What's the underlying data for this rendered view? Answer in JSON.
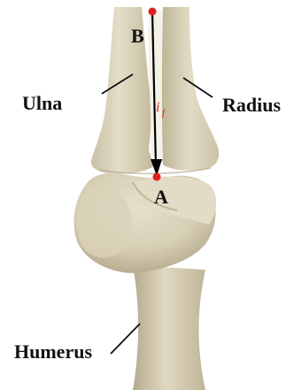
{
  "labels": {
    "ulna": "Ulna",
    "radius": "Radius",
    "humerus": "Humerus",
    "point_a": "A",
    "point_b": "B",
    "vector": "i",
    "vector_subscript": "f"
  },
  "colors": {
    "bone": "#ddd6bf",
    "bone_shadow": "#b8ae93",
    "bone_dark": "#9d9277",
    "point": "#e0201e",
    "arrow": "#000000",
    "label_text": "#111111",
    "vector_text": "#e0201e"
  },
  "icons": {
    "point_marker": "red-dot",
    "arrow_head": "triangle-down"
  }
}
